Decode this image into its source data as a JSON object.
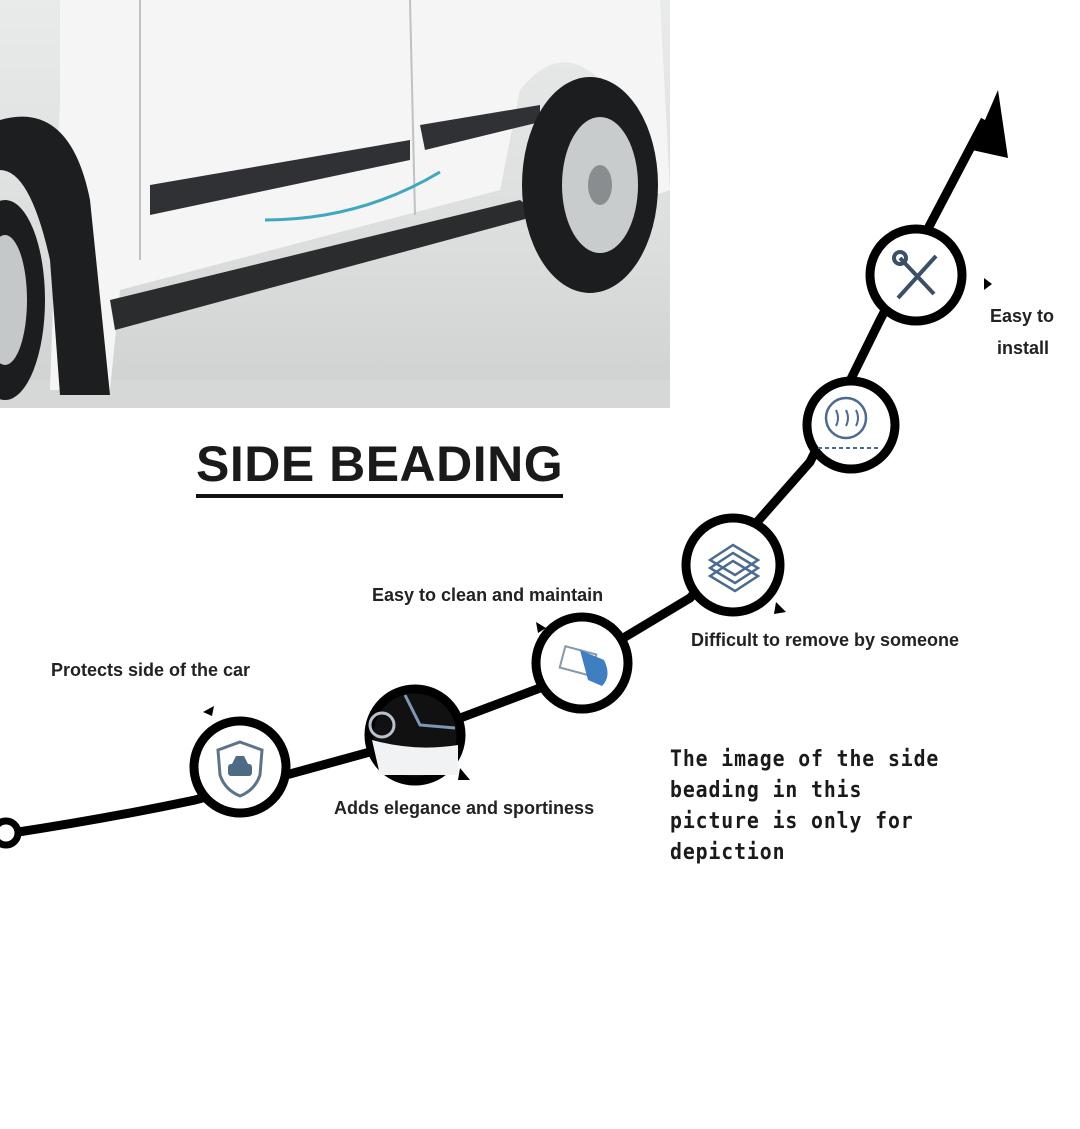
{
  "title": "SIDE BEADING",
  "features": [
    {
      "label": "Protects side of the car",
      "icon": "shield-car-icon"
    },
    {
      "label": "Adds elegance and sportiness",
      "icon": "car-wheel-icon"
    },
    {
      "label": "Easy to clean and maintain",
      "icon": "hand-wipe-icon"
    },
    {
      "label": "Difficult to remove by someone",
      "icon": "layers-icon"
    },
    {
      "label": "",
      "icon": "heat-resistant-icon"
    },
    {
      "label_line1": "Easy to",
      "label_line2": "install",
      "icon": "tools-icon"
    }
  ],
  "disclaimer": {
    "line1": "The image of the side beading in this",
    "line2": "picture is only for depiction"
  },
  "colors": {
    "icon_blue": "#4a7fb5",
    "line": "#000000",
    "text": "#222222"
  }
}
